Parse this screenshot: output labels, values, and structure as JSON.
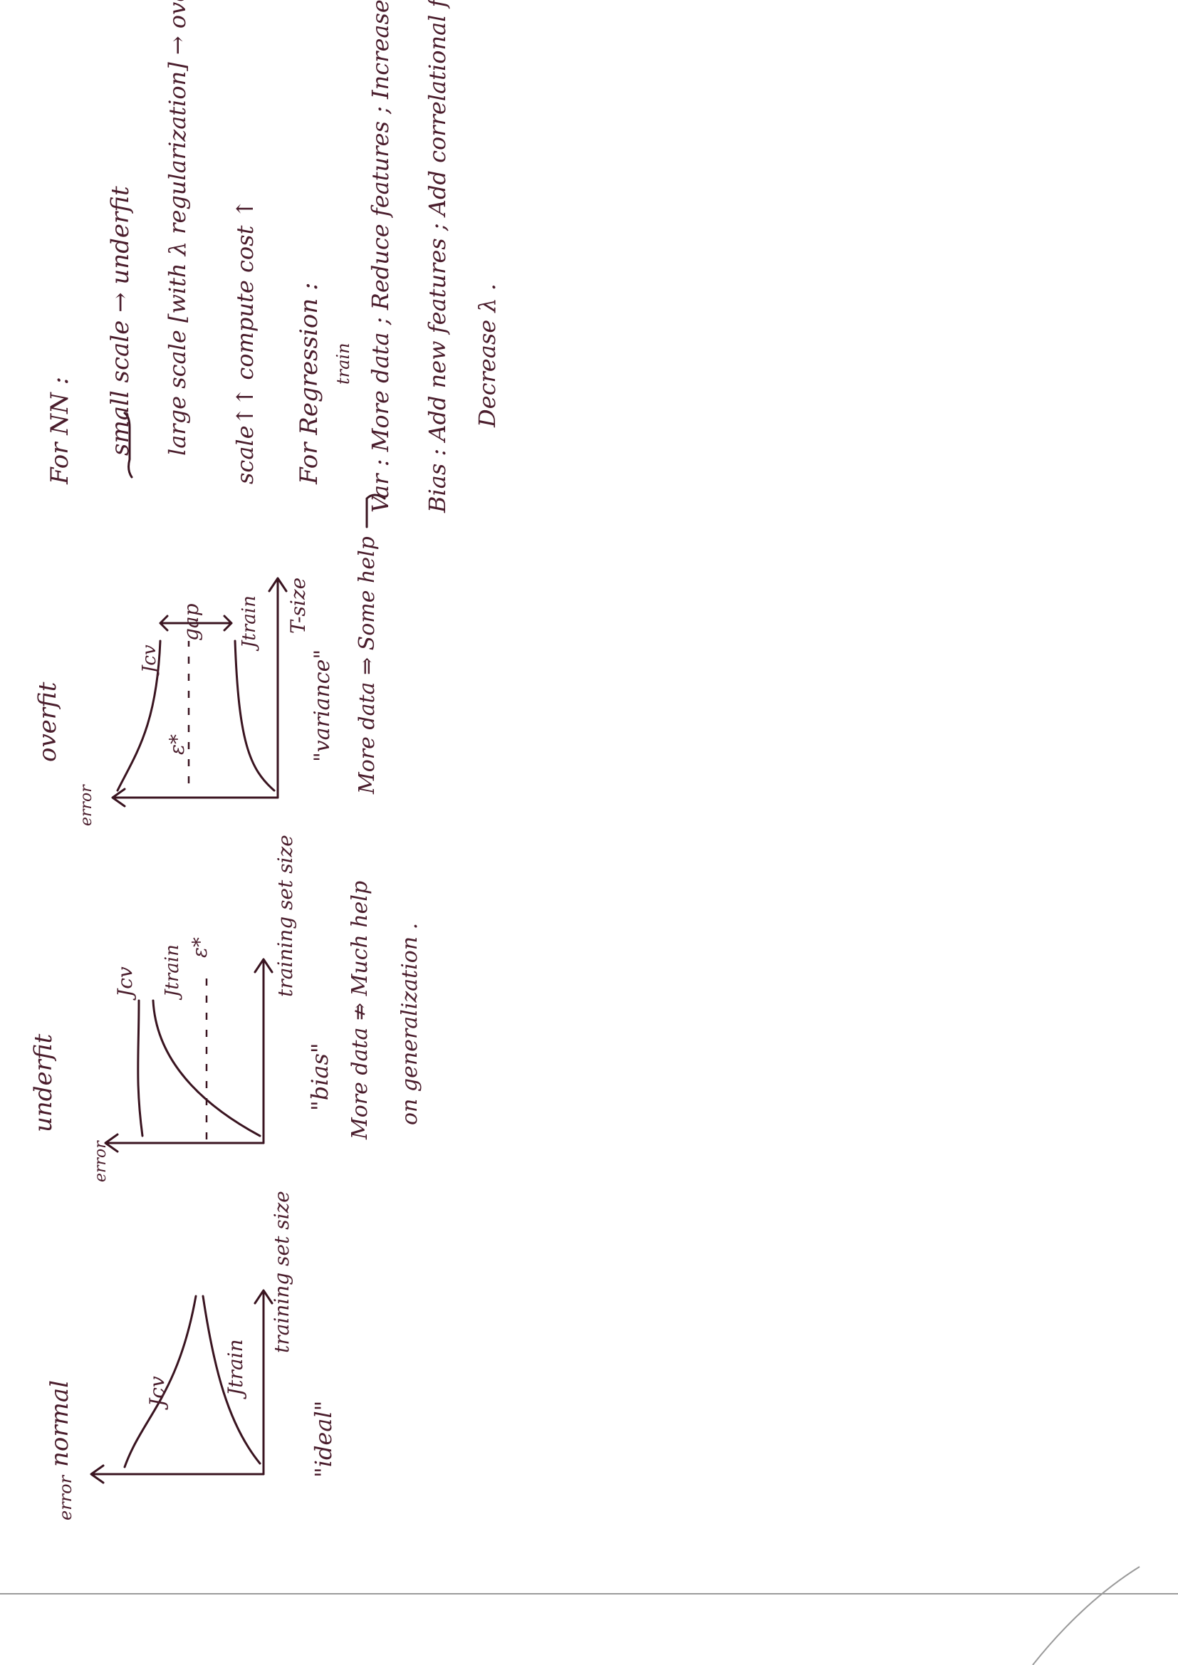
{
  "ink_color": "#4a1d2c",
  "paper_color": "#ffffff",
  "normal": {
    "title": "normal",
    "y_label": "error",
    "x_label": "training set size",
    "curve_cv": "Jcv",
    "curve_train": "Jtrain",
    "caption": "\"ideal\""
  },
  "underfit": {
    "title": "underfit",
    "y_label": "error",
    "x_label": "training set size",
    "curve_cv": "Jcv",
    "curve_train": "Jtrain",
    "target": "ε*",
    "caption": "\"bias\"",
    "note_line1": "More data ⇏ Much help",
    "note_line2": "on generalization ."
  },
  "overfit": {
    "title": "overfit",
    "y_label": "error",
    "x_label": "T-size",
    "curve_cv": "Jcv",
    "curve_train": "Jtrain",
    "target": "ε*",
    "gap_label": "gap",
    "caption": "\"variance\"",
    "note": "More data ⇒ Some help"
  },
  "nn": {
    "heading": "For NN :",
    "line1": "small scale → underfit",
    "line2": "large scale [with λ regularization] → overfit ;",
    "line3": "scale↑↑ compute cost ↑"
  },
  "regression": {
    "heading": "For Regression :",
    "train_note": "train",
    "var_line": "Var : More data ; Reduce features ; Increase λ",
    "bias_line": "Bias : Add new features ; Add correlational features ;",
    "bias_line2": "Decrease λ ."
  }
}
